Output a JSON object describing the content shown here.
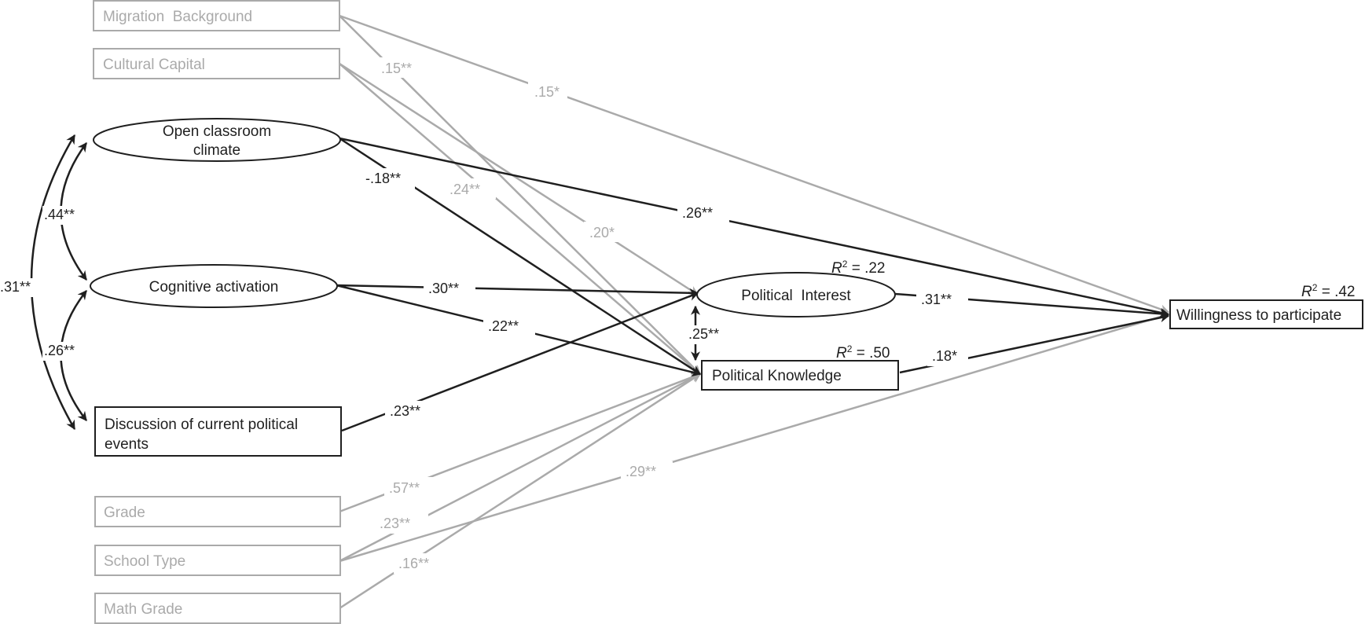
{
  "colors": {
    "dark": "#1f1f1f",
    "gray": "#aaaaaa",
    "background": "#ffffff"
  },
  "nodes": {
    "migration": {
      "label": "Migration  Background"
    },
    "cultural": {
      "label": "Cultural Capital"
    },
    "open_climate": {
      "line1": "Open classroom",
      "line2": "climate"
    },
    "cognitive": {
      "label": "Cognitive activation"
    },
    "discussion": {
      "line1": "Discussion of current political",
      "line2": "events"
    },
    "grade": {
      "label": "Grade"
    },
    "school_type": {
      "label": "School Type"
    },
    "math_grade": {
      "label": "Math Grade"
    },
    "political_interest": {
      "label": "Political  Interest",
      "r2_label": "R",
      "r2_sup": "2",
      "r2_value": " = .22"
    },
    "political_knowledge": {
      "label": "Political Knowledge",
      "r2_label": "R",
      "r2_sup": "2",
      "r2_value": " = .50"
    },
    "willingness": {
      "label": "Willingness to participate",
      "r2_label": "R",
      "r2_sup": "2",
      "r2_value": " = .42"
    }
  },
  "paths": {
    "migration_knowledge": ".15**",
    "migration_willingness": ".15*",
    "cultural_knowledge": ".24**",
    "cultural_interest": ".20*",
    "open_knowledge": "-.18**",
    "open_willingness": ".26**",
    "cognitive_interest": ".30**",
    "cognitive_knowledge": ".22**",
    "discussion_interest": ".23**",
    "interest_willingness": ".31**",
    "knowledge_interest": ".25**",
    "knowledge_willingness": ".18*",
    "grade_knowledge": ".57**",
    "school_knowledge": ".23**",
    "school_willingness": ".29**",
    "math_knowledge": ".16**"
  },
  "correlations": {
    "open_cognitive": ".44**",
    "cognitive_discussion": ".26**",
    "open_discussion": ".31**"
  }
}
